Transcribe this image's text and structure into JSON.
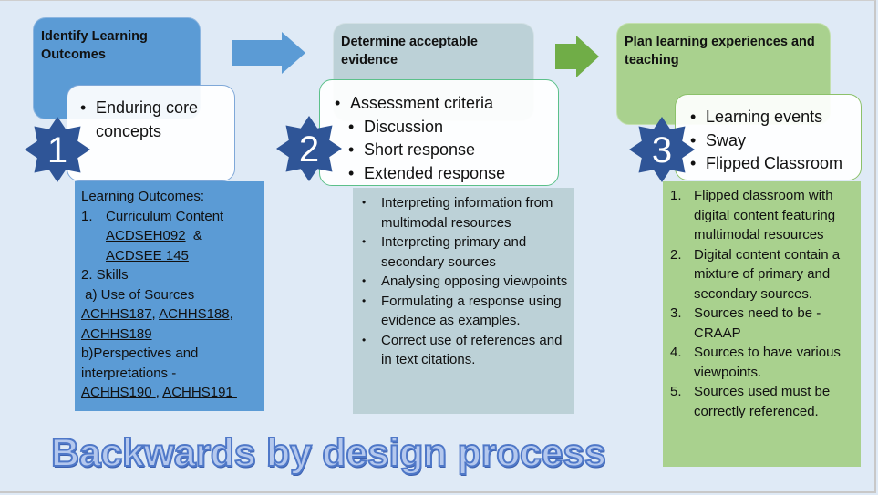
{
  "title": "Backwards by design process",
  "colors": {
    "background": "#dfeaf6",
    "stage1": "#5b9bd5",
    "stage2": "#bcd1d7",
    "stage3": "#a9d18e",
    "star": "#2f5597",
    "arrow1": "#5b9bd5",
    "arrow2": "#70ad47"
  },
  "stages": [
    {
      "number": "1",
      "heading": "Identify Learning Outcomes",
      "bullets": [
        "Enduring core concepts"
      ],
      "detail": {
        "intro": "Learning Outcomes:",
        "item1_num": "1.",
        "item1_label": "Curriculum Content",
        "item1_codes": [
          "ACDSEH092",
          "ACDSEE 145"
        ],
        "item1_joiner": "&",
        "item2_label": "2. Skills",
        "item2a_label": " a) Use of Sources",
        "item2a_codes": [
          "ACHHS187",
          "ACHHS188",
          "ACHHS189"
        ],
        "item2b_label": "b)Perspectives and interpretations -",
        "item2b_codes": [
          "ACHHS190 ",
          "ACHHS191 "
        ]
      }
    },
    {
      "number": "2",
      "heading": "Determine acceptable evidence",
      "bullets": [
        "Assessment criteria"
      ],
      "sub_bullets": [
        "Discussion",
        "Short response",
        "Extended response"
      ],
      "detail": [
        "Interpreting information from multimodal resources",
        "Interpreting primary and secondary sources",
        "Analysing opposing viewpoints",
        "Formulating a response using evidence as examples.",
        "Correct use of references and in text citations."
      ]
    },
    {
      "number": "3",
      "heading": "Plan learning experiences and teaching",
      "bullets": [
        "Learning events",
        "Sway",
        "Flipped Classroom"
      ],
      "detail": [
        "Flipped classroom with digital content featuring multimodal resources",
        "Digital content contain a mixture of primary and secondary sources.",
        "Sources need to be - CRAAP",
        "Sources to have various viewpoints.",
        "Sources used must be correctly referenced."
      ]
    }
  ]
}
